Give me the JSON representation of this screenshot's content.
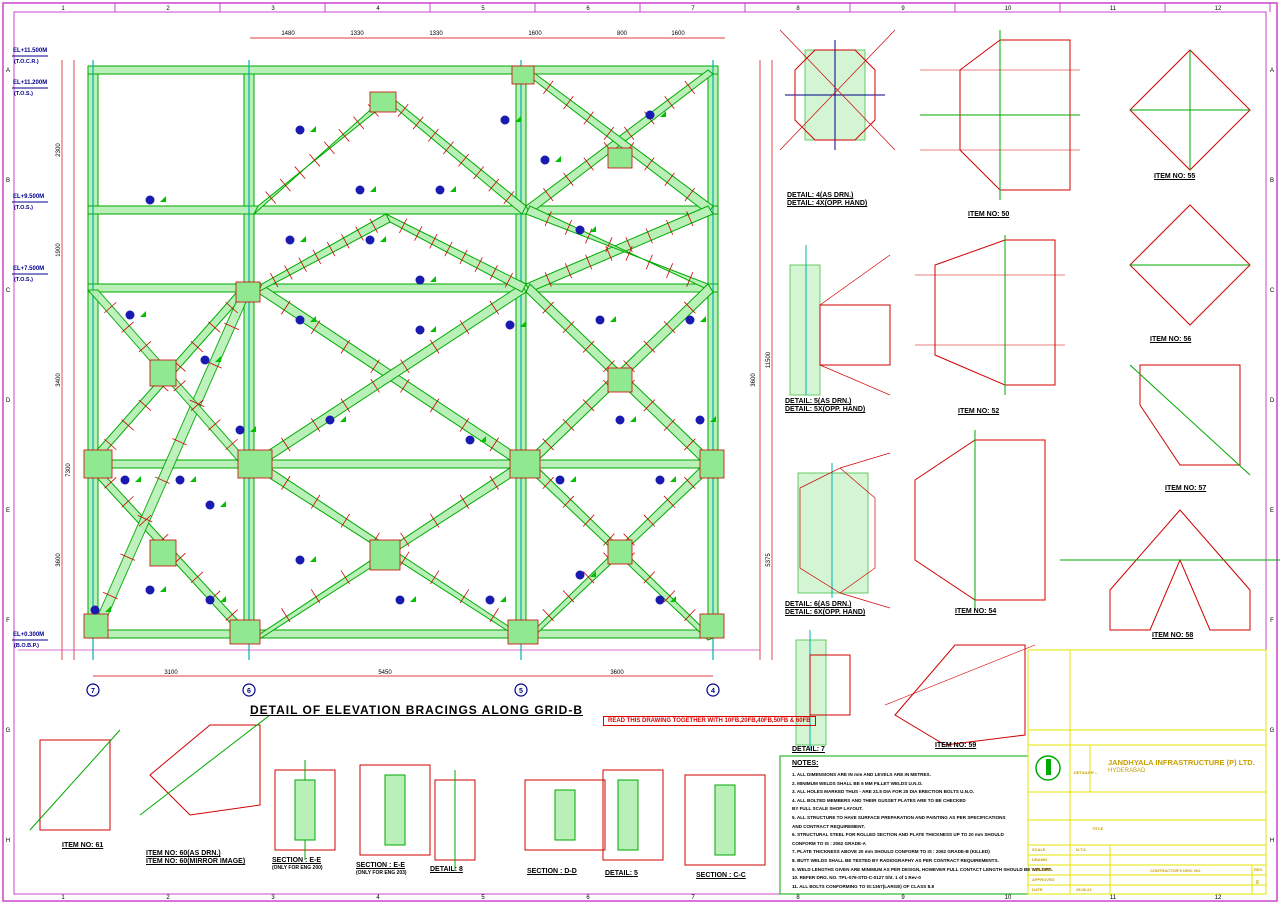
{
  "drawing": {
    "main_title": "DETAIL OF ELEVATION BRACINGS ALONG GRID-B",
    "bracing_note": "READ THIS DRAWING TOGETHER WITH 10FB,20FB,40FB,50FB & 60FB",
    "grid_numbers_top": [
      "1",
      "2",
      "3",
      "4",
      "5",
      "6",
      "7",
      "8",
      "9",
      "10",
      "11",
      "12"
    ],
    "grid_letters_side": [
      "A",
      "B",
      "C",
      "D",
      "E",
      "F",
      "G",
      "H"
    ],
    "grid_bubbles": [
      "7",
      "6",
      "5",
      "4"
    ],
    "bay_dims": [
      "3100",
      "5450",
      "3600"
    ],
    "top_dims": [
      "1480",
      "1330",
      "1330",
      "1600",
      "800",
      "1600"
    ],
    "levels": [
      {
        "text": "EL+11.500M",
        "sub": "(T.O.C.R.)"
      },
      {
        "text": "EL+11.200M",
        "sub": "(T.O.S.)"
      },
      {
        "text": "EL+9.500M",
        "sub": "(T.O.S.)"
      },
      {
        "text": "EL+7.500M",
        "sub": "(T.O.S.)"
      },
      {
        "text": "EL+0.300M",
        "sub": "(B.O.B.P.)"
      }
    ],
    "vertical_dims": [
      "2300",
      "1900",
      "3400",
      "7300",
      "3600",
      "11500",
      "3600",
      "5375"
    ]
  },
  "details": {
    "d4": "DETAIL: 4(AS DRN.)",
    "d4b": "DETAIL: 4X(OPP. HAND)",
    "d5": "DETAIL: 5(AS DRN.)",
    "d5b": "DETAIL: 5X(OPP. HAND)",
    "d6": "DETAIL: 6(AS DRN.)",
    "d6b": "DETAIL: 6X(OPP. HAND)",
    "d7": "DETAIL: 7",
    "d8": "DETAIL: 8",
    "d5s": "DETAIL: 5",
    "item50": "ITEM NO: 50",
    "item52": "ITEM NO: 52",
    "item54": "ITEM NO: 54",
    "item55": "ITEM NO: 55",
    "item56": "ITEM NO: 56",
    "item57": "ITEM NO: 57",
    "item58": "ITEM NO: 58",
    "item59": "ITEM NO: 59",
    "item61": "ITEM NO: 61",
    "item60": "ITEM NO: 60(AS DRN.)",
    "item60b": "ITEM NO: 60(MIRROR IMAGE)",
    "secEE1": "SECTION : E-E",
    "secEE1sub": "(ONLY FOR ENG 200)",
    "secEE2": "SECTION : E-E",
    "secEE2sub": "(ONLY FOR ENG 203)",
    "secDD": "SECTION : D-D",
    "secCC": "SECTION : C-C"
  },
  "notes": {
    "title": "NOTES:",
    "items": [
      "1. ALL DIMENSIONS ARE IN mm AND LEVELS ARE IN METRES.",
      "2. MINIMUM WELDS SHALL BE 6 MM FILLET WELDS U.N.O.",
      "3. ALL HOLES MARKED THUS - ARE 21.5 DIA FOR 20 DIA ERECTION BOLTS U.N.O.",
      "4. ALL BOLTED MEMBERS AND THEIR GUSSET PLATES ARE TO BE CHECKED",
      "   BY FULL SCALE SHOP LAYOUT.",
      "5. ALL STRUCTURE TO HAVE SURFACE PREPARATION AND PAINTING AS PER SPECIFICATIONS",
      "   AND CONTRACT REQUIREMENT.",
      "6. STRUCTURAL STEEL FOR ROLLED SECTION AND PLATE THICKNESS UP TO 20 mm SHOULD",
      "   CONFORM TO IS : 2062 GRADE-A",
      "7. PLATE THICKNESS ABOVE 20 mm SHOULD CONFORM TO IS : 2062 GRADE-B (KILLED)",
      "8. BUTT WELDS SHALL BE TESTED BY RADIOGRAPHY AS PER CONTRACT REQUIREMENTS.",
      "9. WELD LENGTHS GIVEN ARE MINIMUM AS PER DESIGN, HOWEVER FULL CONTACT LENGTH SHOULD BE WELDED.",
      "10. REFER DRG. NO. TPL-076-STD-C-0127 Sht. 1 of 1 Rev-0",
      "11. ALL BOLTS CONFORMING TO IS:1367(LARGE) OF CLASS 8.8"
    ]
  },
  "title_block": {
    "company": "JANDHYALA INFRASTRUCTURE (P) LTD.",
    "city": "HYDERABAD",
    "detailer": "DETAILER :-",
    "title_label": "TITLE",
    "rows": [
      "SCALE",
      "DRAWN",
      "CHECKED",
      "APPROVED",
      "DATE"
    ],
    "row_values": [
      "N.T.S.",
      "",
      "",
      "",
      "25.06.22"
    ],
    "contractor_drg": "CONTRACTOR'S DRG. NO.",
    "rev_label": "REV.",
    "rev_value": "0"
  },
  "colors": {
    "border": "#cc44cc",
    "member_fill": "#b8f0b8",
    "member_edge": "#00aa00",
    "dim": "#d00000",
    "bubble": "#00008b",
    "column": "#00b0b0",
    "title_block": "#e6e600"
  }
}
